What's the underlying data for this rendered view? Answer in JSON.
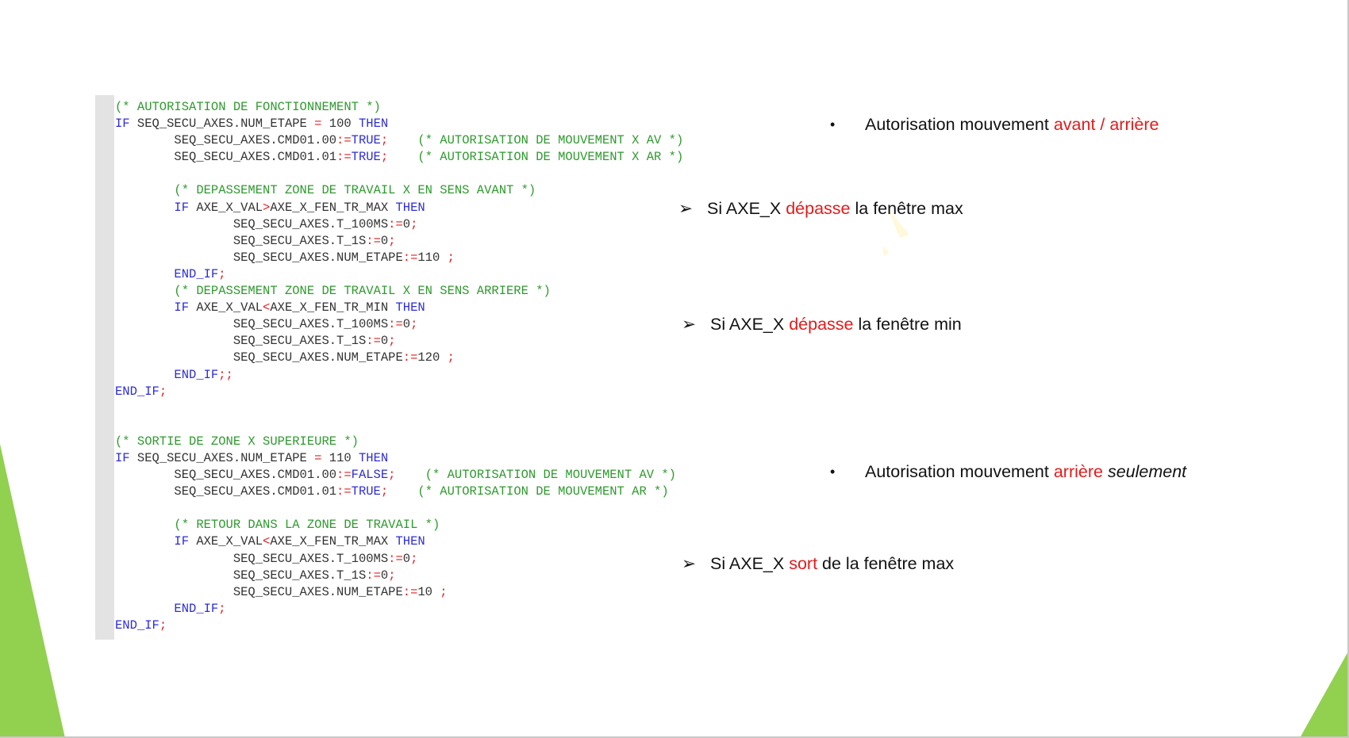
{
  "colors": {
    "keyword": "#2d2dd6",
    "comment": "#2e9a2e",
    "operator": "#e02020",
    "identifier": "#333333",
    "highlight_red": "#e31b1b",
    "accent_green": "#92d050"
  },
  "code": {
    "lines": [
      [
        {
          "t": "(* AUTORISATION DE FONCTIONNEMENT *)",
          "c": "c"
        }
      ],
      [
        {
          "t": "IF",
          "c": "k"
        },
        {
          "t": " SEQ_SECU_AXES.NUM_ETAPE ",
          "c": "n"
        },
        {
          "t": "=",
          "c": "o"
        },
        {
          "t": " 100 ",
          "c": "n"
        },
        {
          "t": "THEN",
          "c": "k"
        }
      ],
      [
        {
          "t": "        SEQ_SECU_AXES.CMD01.00",
          "c": "n"
        },
        {
          "t": ":=",
          "c": "o"
        },
        {
          "t": "TRUE",
          "c": "k"
        },
        {
          "t": ";",
          "c": "o"
        },
        {
          "t": "    ",
          "c": "n"
        },
        {
          "t": "(* AUTORISATION DE MOUVEMENT X AV *)",
          "c": "c"
        }
      ],
      [
        {
          "t": "        SEQ_SECU_AXES.CMD01.01",
          "c": "n"
        },
        {
          "t": ":=",
          "c": "o"
        },
        {
          "t": "TRUE",
          "c": "k"
        },
        {
          "t": ";",
          "c": "o"
        },
        {
          "t": "    ",
          "c": "n"
        },
        {
          "t": "(* AUTORISATION DE MOUVEMENT X AR *)",
          "c": "c"
        }
      ],
      [],
      [
        {
          "t": "        ",
          "c": "n"
        },
        {
          "t": "(* DEPASSEMENT ZONE DE TRAVAIL X EN SENS AVANT *)",
          "c": "c"
        }
      ],
      [
        {
          "t": "        ",
          "c": "n"
        },
        {
          "t": "IF",
          "c": "k"
        },
        {
          "t": " AXE_X_VAL",
          "c": "n"
        },
        {
          "t": ">",
          "c": "o"
        },
        {
          "t": "AXE_X_FEN_TR_MAX ",
          "c": "n"
        },
        {
          "t": "THEN",
          "c": "k"
        }
      ],
      [
        {
          "t": "                SEQ_SECU_AXES.T_100MS",
          "c": "n"
        },
        {
          "t": ":=",
          "c": "o"
        },
        {
          "t": "0",
          "c": "n"
        },
        {
          "t": ";",
          "c": "o"
        }
      ],
      [
        {
          "t": "                SEQ_SECU_AXES.T_1S",
          "c": "n"
        },
        {
          "t": ":=",
          "c": "o"
        },
        {
          "t": "0",
          "c": "n"
        },
        {
          "t": ";",
          "c": "o"
        }
      ],
      [
        {
          "t": "                SEQ_SECU_AXES.NUM_ETAPE",
          "c": "n"
        },
        {
          "t": ":=",
          "c": "o"
        },
        {
          "t": "110 ",
          "c": "n"
        },
        {
          "t": ";",
          "c": "o"
        }
      ],
      [
        {
          "t": "        ",
          "c": "n"
        },
        {
          "t": "END_IF",
          "c": "k"
        },
        {
          "t": ";",
          "c": "o"
        }
      ],
      [
        {
          "t": "        ",
          "c": "n"
        },
        {
          "t": "(* DEPASSEMENT ZONE DE TRAVAIL X EN SENS ARRIERE *)",
          "c": "c"
        }
      ],
      [
        {
          "t": "        ",
          "c": "n"
        },
        {
          "t": "IF",
          "c": "k"
        },
        {
          "t": " AXE_X_VAL",
          "c": "n"
        },
        {
          "t": "<",
          "c": "o"
        },
        {
          "t": "AXE_X_FEN_TR_MIN ",
          "c": "n"
        },
        {
          "t": "THEN",
          "c": "k"
        }
      ],
      [
        {
          "t": "                SEQ_SECU_AXES.T_100MS",
          "c": "n"
        },
        {
          "t": ":=",
          "c": "o"
        },
        {
          "t": "0",
          "c": "n"
        },
        {
          "t": ";",
          "c": "o"
        }
      ],
      [
        {
          "t": "                SEQ_SECU_AXES.T_1S",
          "c": "n"
        },
        {
          "t": ":=",
          "c": "o"
        },
        {
          "t": "0",
          "c": "n"
        },
        {
          "t": ";",
          "c": "o"
        }
      ],
      [
        {
          "t": "                SEQ_SECU_AXES.NUM_ETAPE",
          "c": "n"
        },
        {
          "t": ":=",
          "c": "o"
        },
        {
          "t": "120 ",
          "c": "n"
        },
        {
          "t": ";",
          "c": "o"
        }
      ],
      [
        {
          "t": "        ",
          "c": "n"
        },
        {
          "t": "END_IF",
          "c": "k"
        },
        {
          "t": ";;",
          "c": "o"
        }
      ],
      [
        {
          "t": "END_IF",
          "c": "k"
        },
        {
          "t": ";",
          "c": "o"
        }
      ],
      [],
      [],
      [
        {
          "t": "(* SORTIE DE ZONE X SUPERIEURE *)",
          "c": "c"
        }
      ],
      [
        {
          "t": "IF",
          "c": "k"
        },
        {
          "t": " SEQ_SECU_AXES.NUM_ETAPE ",
          "c": "n"
        },
        {
          "t": "=",
          "c": "o"
        },
        {
          "t": " 110 ",
          "c": "n"
        },
        {
          "t": "THEN",
          "c": "k"
        }
      ],
      [
        {
          "t": "        SEQ_SECU_AXES.CMD01.00",
          "c": "n"
        },
        {
          "t": ":=",
          "c": "o"
        },
        {
          "t": "FALSE",
          "c": "k"
        },
        {
          "t": ";",
          "c": "o"
        },
        {
          "t": "    ",
          "c": "n"
        },
        {
          "t": "(* AUTORISATION DE MOUVEMENT AV *)",
          "c": "c"
        }
      ],
      [
        {
          "t": "        SEQ_SECU_AXES.CMD01.01",
          "c": "n"
        },
        {
          "t": ":=",
          "c": "o"
        },
        {
          "t": "TRUE",
          "c": "k"
        },
        {
          "t": ";",
          "c": "o"
        },
        {
          "t": "    ",
          "c": "n"
        },
        {
          "t": "(* AUTORISATION DE MOUVEMENT AR *)",
          "c": "c"
        }
      ],
      [],
      [
        {
          "t": "        ",
          "c": "n"
        },
        {
          "t": "(* RETOUR DANS LA ZONE DE TRAVAIL *)",
          "c": "c"
        }
      ],
      [
        {
          "t": "        ",
          "c": "n"
        },
        {
          "t": "IF",
          "c": "k"
        },
        {
          "t": " AXE_X_VAL",
          "c": "n"
        },
        {
          "t": "<",
          "c": "o"
        },
        {
          "t": "AXE_X_FEN_TR_MAX ",
          "c": "n"
        },
        {
          "t": "THEN",
          "c": "k"
        }
      ],
      [
        {
          "t": "                SEQ_SECU_AXES.T_100MS",
          "c": "n"
        },
        {
          "t": ":=",
          "c": "o"
        },
        {
          "t": "0",
          "c": "n"
        },
        {
          "t": ";",
          "c": "o"
        }
      ],
      [
        {
          "t": "                SEQ_SECU_AXES.T_1S",
          "c": "n"
        },
        {
          "t": ":=",
          "c": "o"
        },
        {
          "t": "0",
          "c": "n"
        },
        {
          "t": ";",
          "c": "o"
        }
      ],
      [
        {
          "t": "                SEQ_SECU_AXES.NUM_ETAPE",
          "c": "n"
        },
        {
          "t": ":=",
          "c": "o"
        },
        {
          "t": "10 ",
          "c": "n"
        },
        {
          "t": ";",
          "c": "o"
        }
      ],
      [
        {
          "t": "        ",
          "c": "n"
        },
        {
          "t": "END_IF",
          "c": "k"
        },
        {
          "t": ";",
          "c": "o"
        }
      ],
      [
        {
          "t": "END_IF",
          "c": "k"
        },
        {
          "t": ";",
          "c": "o"
        }
      ]
    ]
  },
  "annotations": {
    "a1": {
      "marker": "•",
      "pre": "Autorisation mouvement ",
      "red": "avant / arrière"
    },
    "a2": {
      "marker": "➢",
      "pre": "Si AXE_X ",
      "red": "dépasse",
      "post": " la fenêtre max"
    },
    "a3": {
      "marker": "➢",
      "pre": "Si AXE_X ",
      "red": "dépasse",
      "post": " la fenêtre min"
    },
    "a4": {
      "marker": "•",
      "pre": "Autorisation mouvement ",
      "red": "arrière",
      "post": " ",
      "italic": "seulement"
    },
    "a5": {
      "marker": "➢",
      "pre": "Si AXE_X ",
      "red": "sort",
      "post": " de la fenêtre max"
    }
  }
}
